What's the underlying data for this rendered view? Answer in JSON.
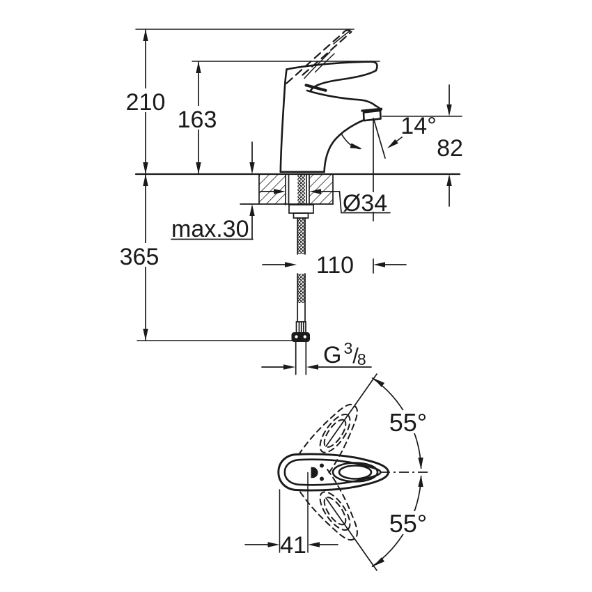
{
  "meta": {
    "background": "#ffffff",
    "line_color": "#1a1a1a",
    "drawing_type": "faucet installation dimension drawing"
  },
  "side_view": {
    "labels": {
      "overall_height": "210",
      "handle_height": "163",
      "spout_angle": "14°",
      "spout_outlet_height": "82",
      "hole_diameter": "Ø34",
      "max_mounting_thickness": "max.30",
      "supply_hose_length": "365",
      "spout_reach": "110",
      "thread": {
        "prefix": "G",
        "numerator": "3",
        "slash": "/",
        "denominator": "8"
      }
    }
  },
  "top_view": {
    "labels": {
      "swing_angle_upper": "55°",
      "swing_angle_lower": "55°",
      "handle_offset": "41"
    }
  }
}
